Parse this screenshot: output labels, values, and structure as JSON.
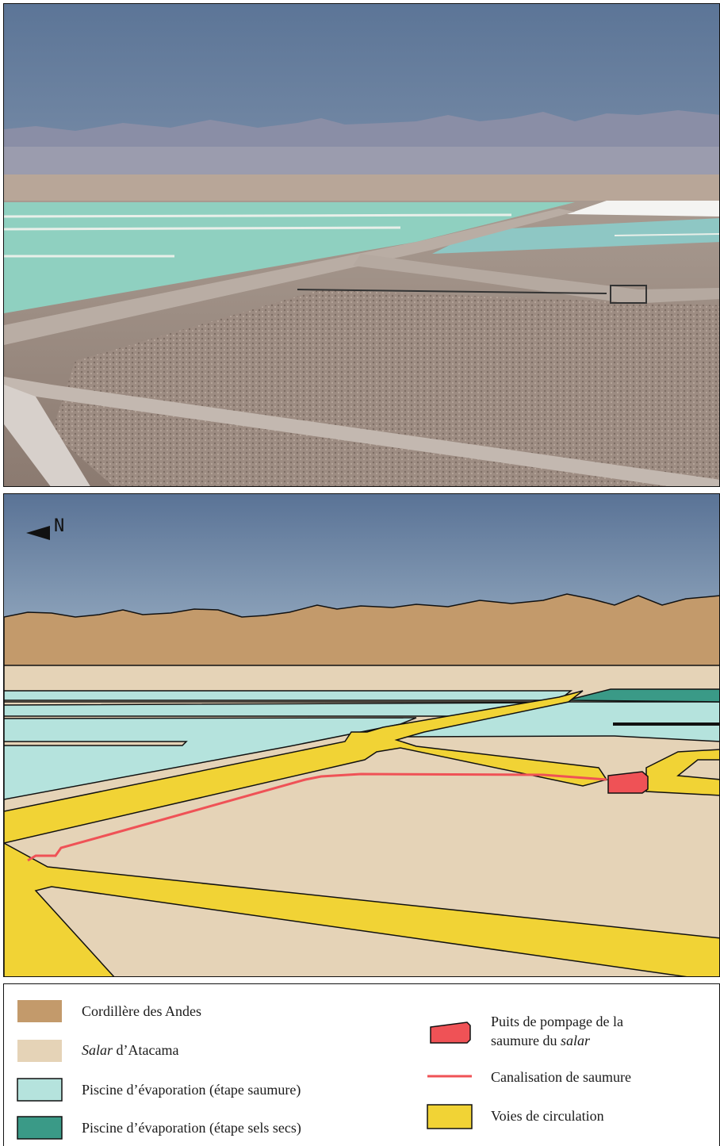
{
  "map": {
    "north_label": "N",
    "colors": {
      "sky_top": "#5a7396",
      "sky_bottom": "#9db2c6",
      "andes": "#c39a6b",
      "salar": "#e5d3b7",
      "pool_brine": "#b5e3dd",
      "pool_dry_salt": "#3a9a87",
      "pump_well": "#ef5256",
      "brine_pipe": "#ef5256",
      "roads": "#f1d335"
    }
  },
  "legend": {
    "andes": "Cordillère des Andes",
    "salar_italic": "Salar",
    "salar_rest": " d’Atacama",
    "pool_brine": "Piscine d’évaporation (étape saumure)",
    "pool_dry": "Piscine d’évaporation (étape sels secs)",
    "well_line1": "Puits de pompage de la",
    "well_line2_prefix": "saumure du ",
    "well_line2_italic": "salar",
    "pipe": "Canalisation de saumure",
    "roads": "Voies de circulation"
  }
}
